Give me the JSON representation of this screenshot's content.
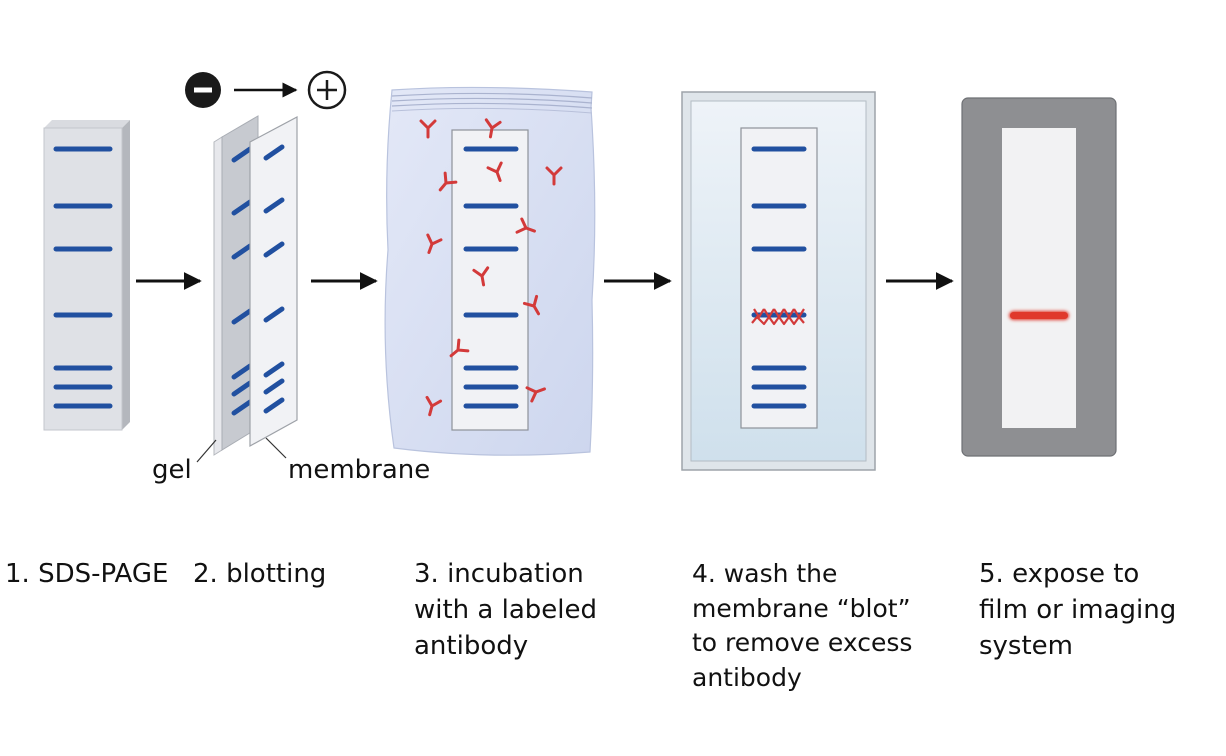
{
  "labels": {
    "gel": "gel",
    "membrane": "membrane"
  },
  "steps": [
    {
      "lines": [
        "1. SDS-PAGE"
      ]
    },
    {
      "lines": [
        "2.  blotting"
      ]
    },
    {
      "lines": [
        "3. incubation",
        "with a labeled",
        "antibody"
      ]
    },
    {
      "lines": [
        "4.  wash the",
        "membrane “blot”",
        "to remove excess",
        "antibody"
      ]
    },
    {
      "lines": [
        "5.  expose to",
        "film or imaging",
        "system"
      ]
    }
  ],
  "polarity": {
    "negative": "negative-electrode-icon",
    "positive": "positive-electrode-icon"
  },
  "colors": {
    "band": "#2150a0",
    "antibody": "#d33a3a",
    "signal": "#e0392b",
    "imager": "#8e8f92"
  }
}
